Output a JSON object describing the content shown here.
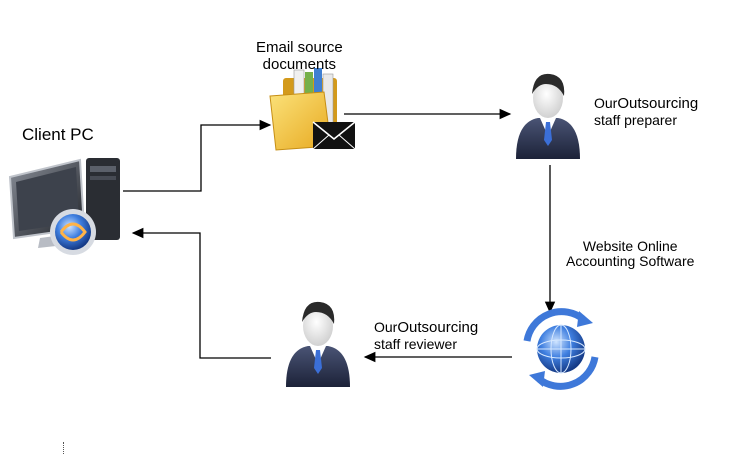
{
  "nodes": {
    "client_pc": {
      "label": "Client PC"
    },
    "email_docs": {
      "label_line1": "Email source",
      "label_line2": "documents"
    },
    "preparer": {
      "label_line1_a": "Our",
      "label_line1_b": "Outsourcing",
      "label_line2": "staff preparer"
    },
    "web_software": {
      "label_line1": "Website Online",
      "label_line2": "Accounting Software"
    },
    "reviewer": {
      "label_line1_a": "Our",
      "label_line1_b": "Outsourcing",
      "label_line2": "staff reviewer"
    }
  },
  "edges": [
    {
      "from": "client_pc",
      "to": "email_docs"
    },
    {
      "from": "email_docs",
      "to": "preparer"
    },
    {
      "from": "preparer",
      "to": "web_software"
    },
    {
      "from": "web_software",
      "to": "reviewer"
    },
    {
      "from": "reviewer",
      "to": "client_pc"
    }
  ],
  "colors": {
    "suit": "#2c3550",
    "tie": "#3b6fd8",
    "folder": "#f3c23a",
    "globe": "#2f66c7",
    "arrow_ring": "#3e78d9",
    "line": "#000000"
  },
  "icons": [
    "computer-icon",
    "folder-icon",
    "envelope-icon",
    "person-icon",
    "globe-icon"
  ]
}
